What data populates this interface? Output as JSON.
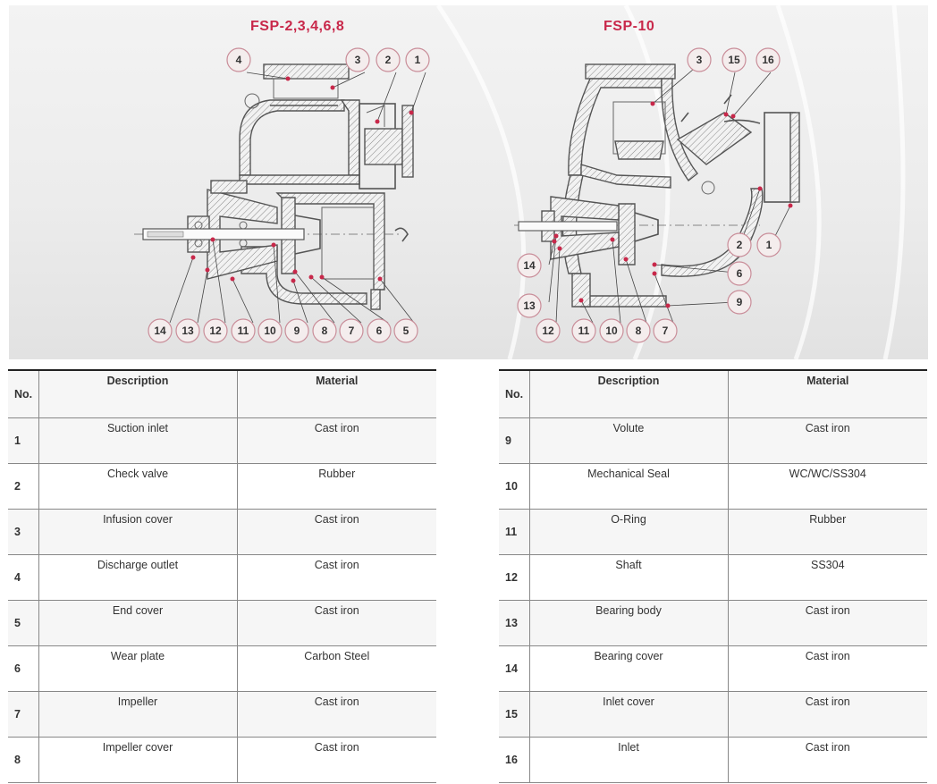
{
  "diagrams": {
    "left": {
      "title": "FSP-2,3,4,6,8",
      "callouts": [
        "1",
        "2",
        "3",
        "4",
        "5",
        "6",
        "7",
        "8",
        "9",
        "10",
        "11",
        "12",
        "13",
        "14"
      ]
    },
    "right": {
      "title": "FSP-10",
      "callouts": [
        "1",
        "2",
        "3",
        "6",
        "7",
        "8",
        "9",
        "11",
        "10",
        "12",
        "13",
        "14",
        "15",
        "16"
      ]
    }
  },
  "tables": {
    "headers": {
      "no": "No.",
      "description": "Description",
      "material": "Material"
    },
    "left_rows": [
      {
        "no": "1",
        "description": "Suction inlet",
        "material": "Cast iron"
      },
      {
        "no": "2",
        "description": "Check valve",
        "material": "Rubber"
      },
      {
        "no": "3",
        "description": "Infusion cover",
        "material": "Cast iron"
      },
      {
        "no": "4",
        "description": "Discharge outlet",
        "material": "Cast iron"
      },
      {
        "no": "5",
        "description": "End cover",
        "material": "Cast iron"
      },
      {
        "no": "6",
        "description": "Wear plate",
        "material": "Carbon Steel"
      },
      {
        "no": "7",
        "description": "Impeller",
        "material": "Cast iron"
      },
      {
        "no": "8",
        "description": "Impeller cover",
        "material": "Cast iron"
      }
    ],
    "right_rows": [
      {
        "no": "9",
        "description": "Volute",
        "material": "Cast iron"
      },
      {
        "no": "10",
        "description": "Mechanical Seal",
        "material": "WC/WC/SS304"
      },
      {
        "no": "11",
        "description": "O-Ring",
        "material": "Rubber"
      },
      {
        "no": "12",
        "description": "Shaft",
        "material": "SS304"
      },
      {
        "no": "13",
        "description": "Bearing body",
        "material": "Cast iron"
      },
      {
        "no": "14",
        "description": "Bearing cover",
        "material": "Cast iron"
      },
      {
        "no": "15",
        "description": "Inlet cover",
        "material": "Cast iron"
      },
      {
        "no": "16",
        "description": "Inlet",
        "material": "Cast iron"
      }
    ]
  },
  "colors": {
    "accent": "#c8284a",
    "bubble_fill": "#f4eded",
    "panel_bg": "#ececec"
  }
}
